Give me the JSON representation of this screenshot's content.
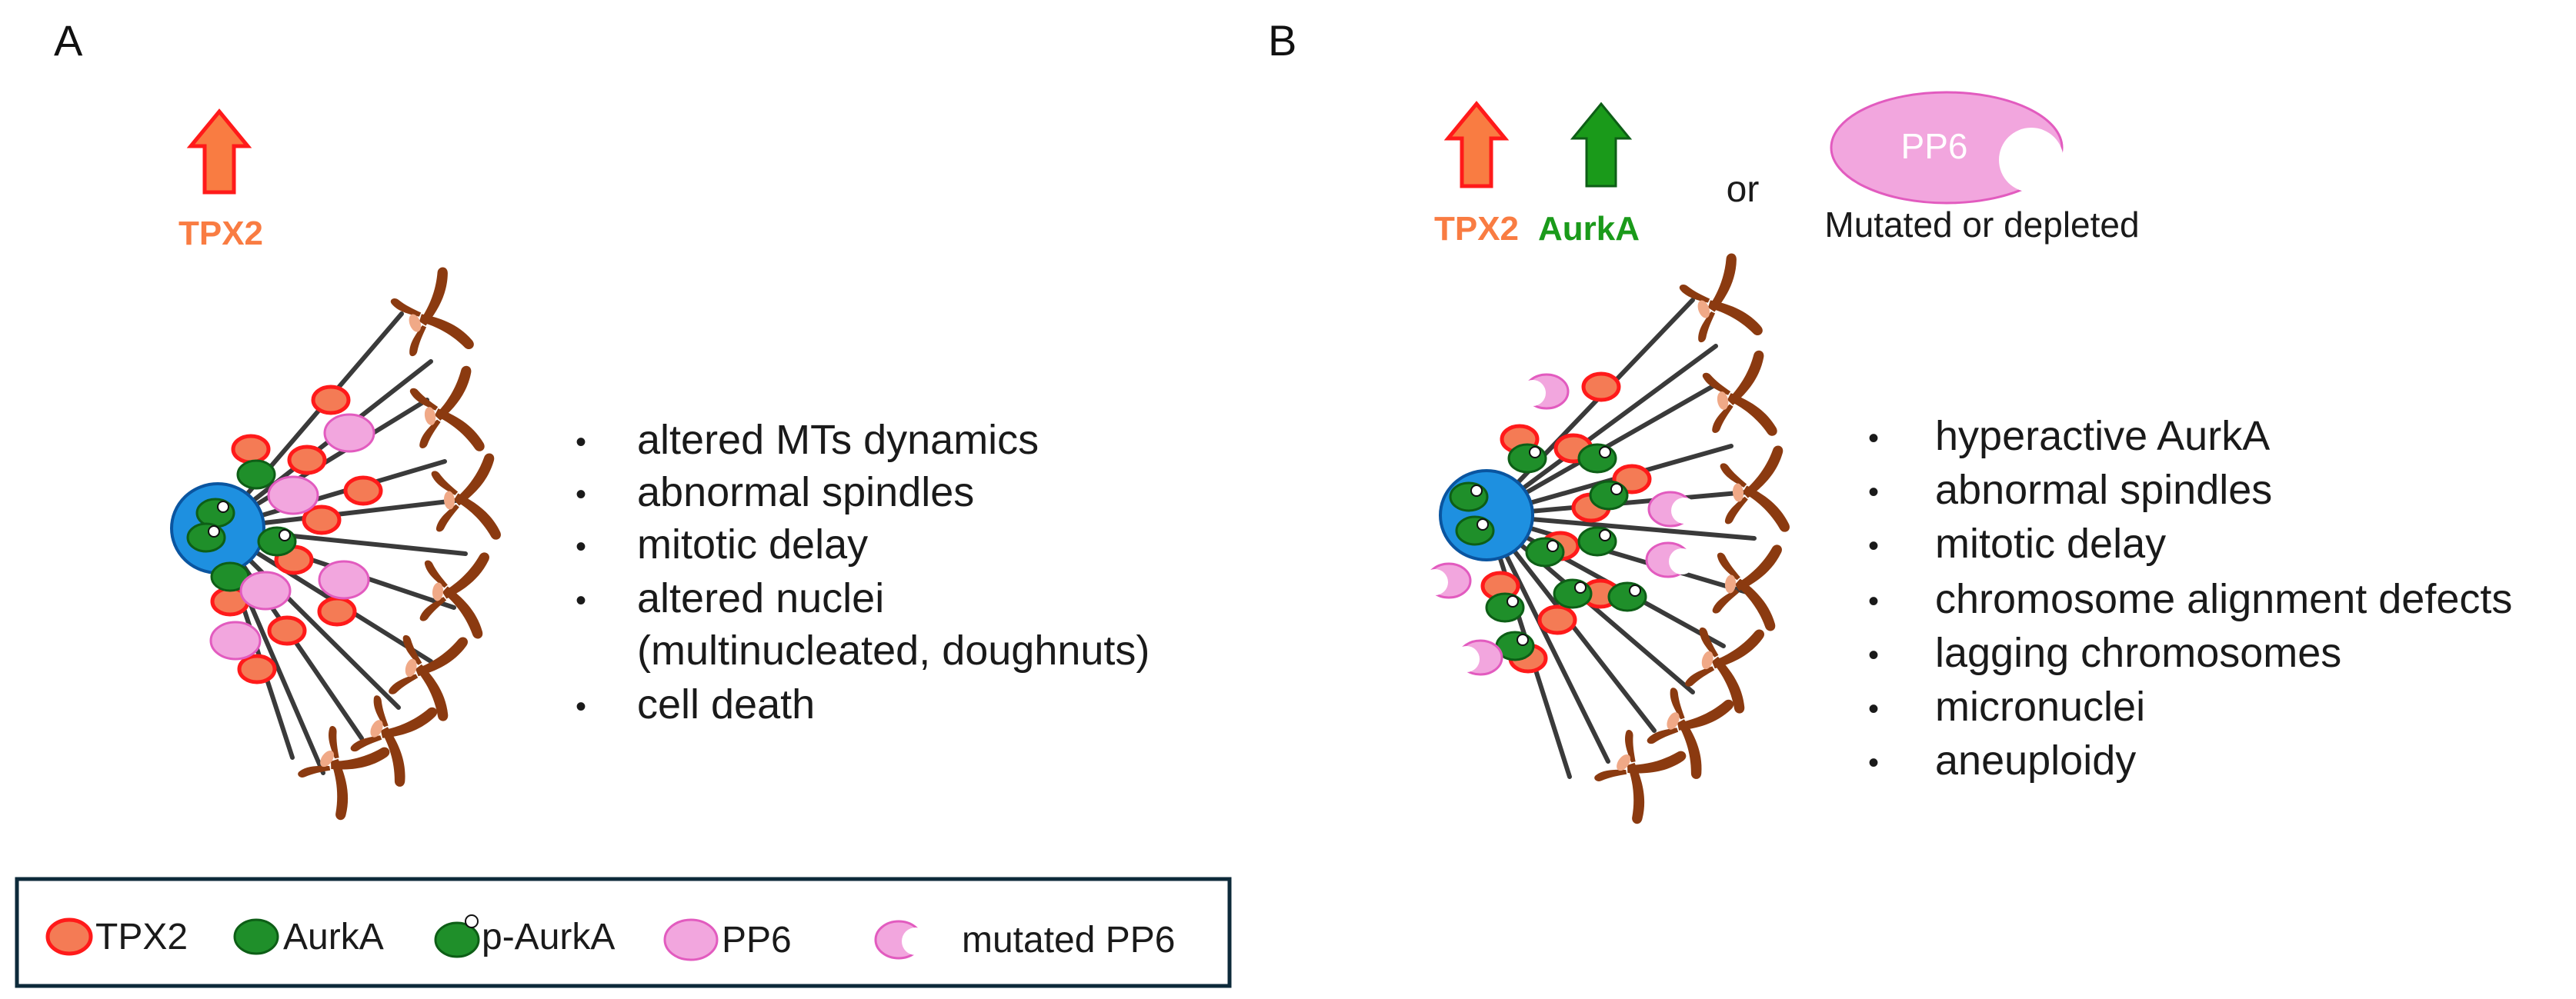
{
  "colors": {
    "tpx2_fill": "#f47b55",
    "tpx2_stroke": "#ff1a1a",
    "aurka_fill": "#1f8f2a",
    "aurka_stroke": "#0d5e16",
    "pp6_fill": "#f2a6de",
    "pp6_stroke": "#e25bbf",
    "centrosome_fill": "#1e90e0",
    "centrosome_stroke": "#0a55a0",
    "chromosome": "#8b3a10",
    "kinetochore": "#f0a987",
    "microtubule": "#3a3a3a",
    "up_arrow_tpx2_fill": "#f97c42",
    "up_arrow_tpx2_stroke": "#ff1a1a",
    "up_arrow_aurka_fill": "#1a9a1a",
    "legend_border": "#0d2a3a"
  },
  "panelA": {
    "label": "A",
    "regulator_label": "TPX2",
    "effects": [
      "altered MTs dynamics",
      "abnormal spindles",
      "mitotic delay",
      "altered nuclei",
      "(multinucleated, doughnuts)",
      "cell death"
    ],
    "effects_bulleted": [
      true,
      true,
      true,
      true,
      false,
      true
    ]
  },
  "panelB": {
    "label": "B",
    "regulator_tpx2": "TPX2",
    "regulator_aurka": "AurkA",
    "or_text": "or",
    "pp6_badge": "PP6",
    "pp6_caption": "Mutated or depleted",
    "effects": [
      "hyperactive  AurkA",
      "abnormal spindles",
      "mitotic delay",
      "chromosome alignment defects",
      "lagging chromosomes",
      "micronuclei",
      "aneuploidy"
    ]
  },
  "legend": {
    "items": [
      {
        "icon": "tpx2-icon",
        "label": "TPX2"
      },
      {
        "icon": "aurka-icon",
        "label": "AurkA"
      },
      {
        "icon": "p-aurka-icon",
        "label": "p-AurkA"
      },
      {
        "icon": "pp6-icon",
        "label": "PP6"
      },
      {
        "icon": "mutated-pp6-icon",
        "label": "mutated PP6"
      }
    ]
  }
}
